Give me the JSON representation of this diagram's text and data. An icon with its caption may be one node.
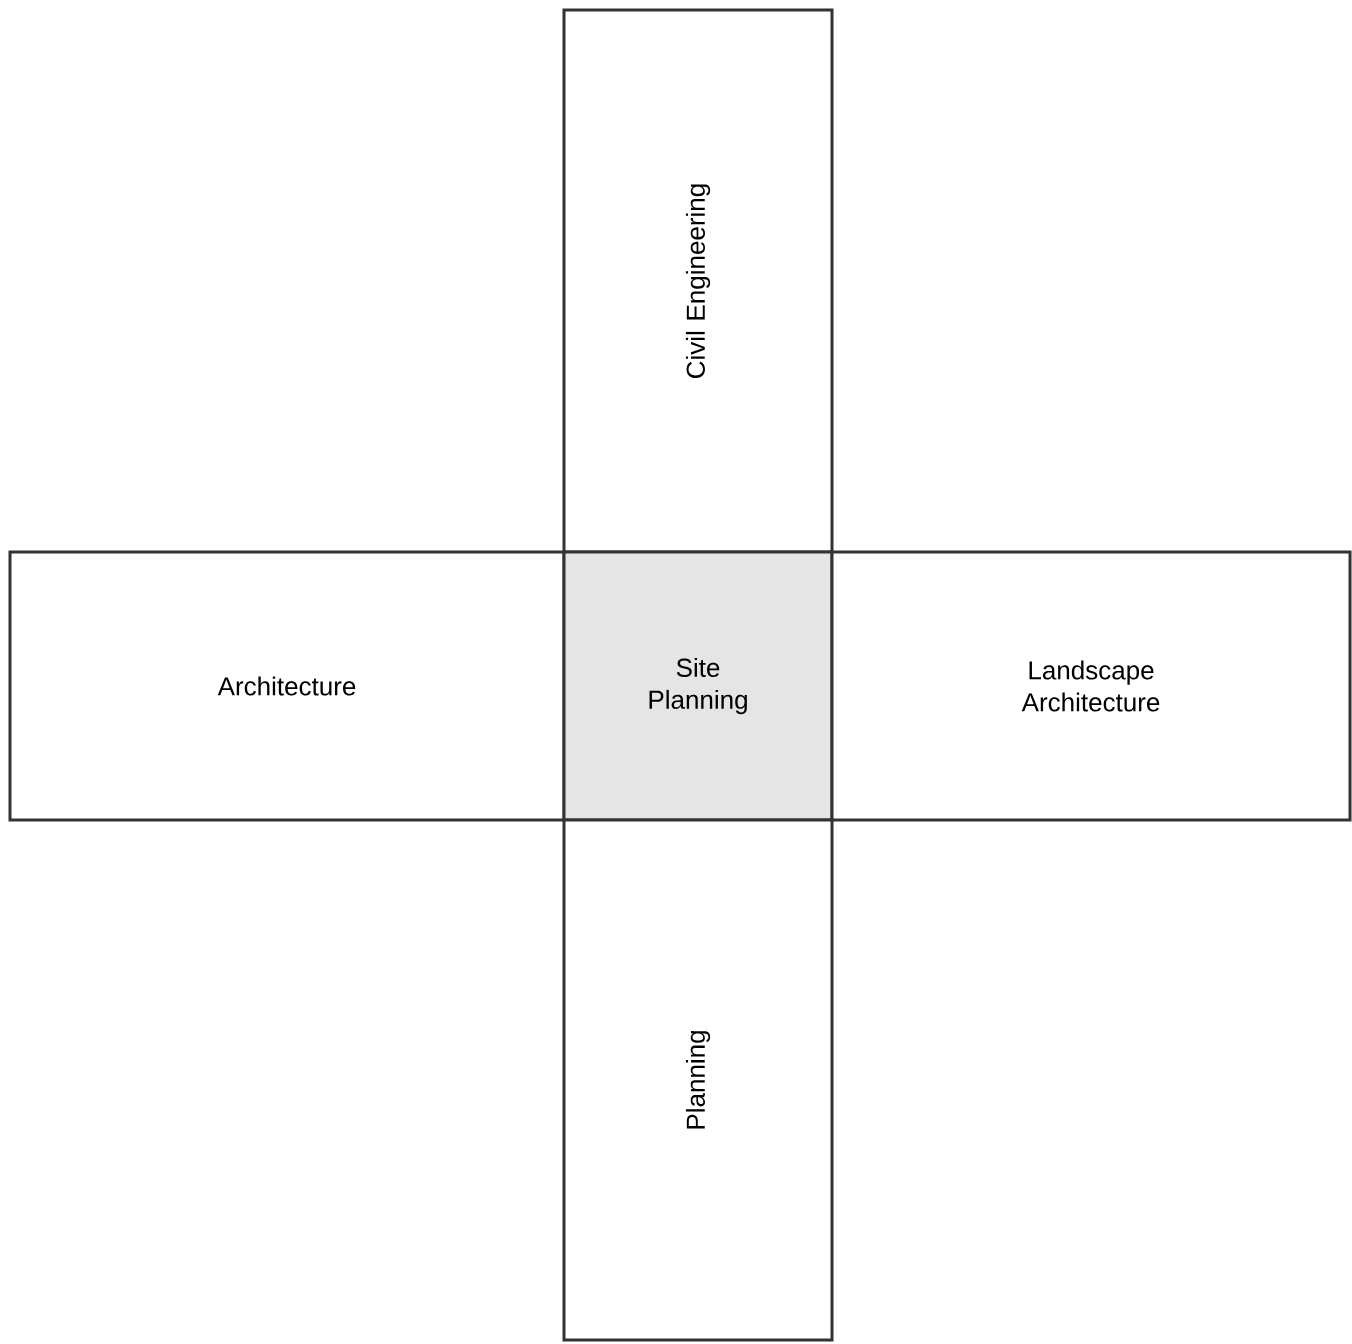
{
  "diagram": {
    "nodes": [
      {
        "text": [
          "Civil Engineering"
        ]
      },
      {
        "text": [
          "Architecture"
        ]
      },
      {
        "text": [
          "Site Planning"
        ]
      },
      {
        "text": [
          "Landscape Architecture"
        ]
      },
      {
        "text": [
          "Planning"
        ]
      }
    ]
  }
}
